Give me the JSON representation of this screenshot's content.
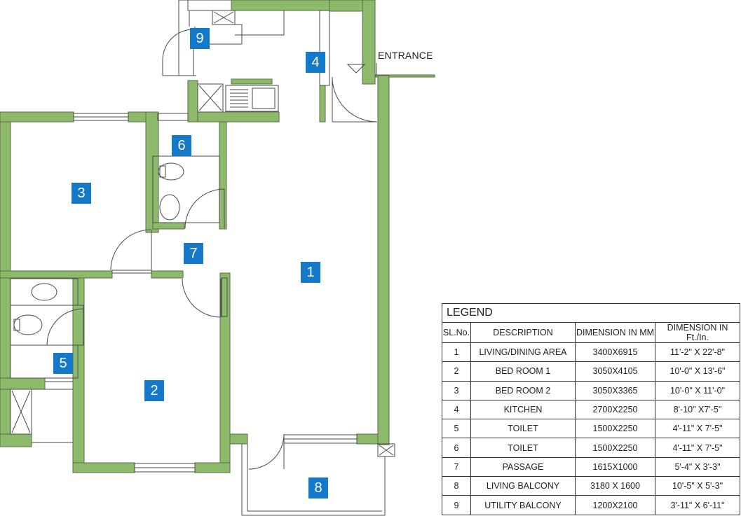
{
  "labels": {
    "entrance": "ENTRANCE",
    "rooms": [
      "1",
      "2",
      "3",
      "4",
      "5",
      "6",
      "7",
      "8",
      "9"
    ]
  },
  "colors": {
    "wall_fill": "#8dbb6b",
    "wall_line": "#5a6a4a",
    "label_bg": "#1479c8",
    "label_fg": "#ffffff"
  },
  "legend": {
    "title": "LEGEND",
    "headers": [
      "SL.No.",
      "DESCRIPTION",
      "DIMENSION IN MM",
      "DIMENSION IN Ft./In."
    ],
    "rows": [
      {
        "no": "1",
        "desc": "LIVING/DINING AREA",
        "mm": "3400X6915",
        "ft": "11'-2\" X 22'-8\""
      },
      {
        "no": "2",
        "desc": "BED ROOM 1",
        "mm": "3050X4105",
        "ft": "10'-0\" X 13'-6\""
      },
      {
        "no": "3",
        "desc": "BED ROOM 2",
        "mm": "3050X3365",
        "ft": "10'-0\" X 11'-0\""
      },
      {
        "no": "4",
        "desc": "KITCHEN",
        "mm": "2700X2250",
        "ft": "8'-10\" X7'-5\""
      },
      {
        "no": "5",
        "desc": "TOILET",
        "mm": "1500X2250",
        "ft": "4'-11\" X 7'-5\""
      },
      {
        "no": "6",
        "desc": "TOILET",
        "mm": "1500X2250",
        "ft": "4'-11\" X 7'-5\""
      },
      {
        "no": "7",
        "desc": "PASSAGE",
        "mm": "1615X1000",
        "ft": "5'-4\" X 3'-3\""
      },
      {
        "no": "8",
        "desc": "LIVING BALCONY",
        "mm": "3180 X 1600",
        "ft": "10'-5\" X 5'-3\""
      },
      {
        "no": "9",
        "desc": "UTILITY BALCONY",
        "mm": "1200X2100",
        "ft": "3'-11\" X 6'-11\""
      }
    ]
  }
}
